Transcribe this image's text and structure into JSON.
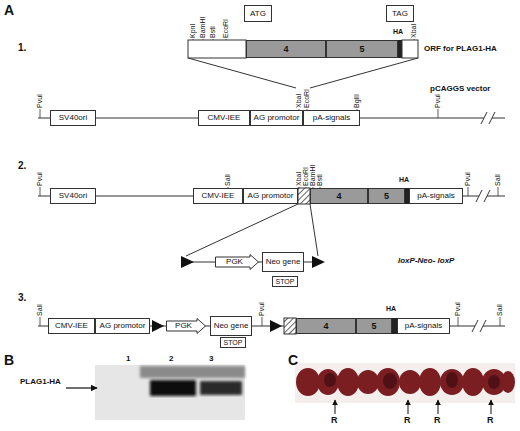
{
  "diagram": {
    "nodes": [
      {
        "text": [
          "ATG"
        ]
      },
      {
        "text": [
          "TAG"
        ]
      },
      {
        "text": [
          "4"
        ]
      },
      {
        "text": [
          "5"
        ]
      },
      {
        "text": [
          "SV40ori"
        ]
      },
      {
        "text": [
          "CMV-IEE"
        ]
      },
      {
        "text": [
          "AG promotor"
        ]
      },
      {
        "text": [
          "pA-signals"
        ]
      },
      {
        "text": [
          "SV40ori"
        ]
      },
      {
        "text": [
          "CMV-IEE"
        ]
      },
      {
        "text": [
          "AG promotor"
        ]
      },
      {
        "text": [
          "4"
        ]
      },
      {
        "text": [
          "5"
        ]
      },
      {
        "text": [
          "pA-signals"
        ]
      },
      {
        "text": [
          "PGK"
        ]
      },
      {
        "text": [
          "Neo gene"
        ]
      },
      {
        "text": [
          "STOP"
        ]
      },
      {
        "text": [
          "CMV-IEE"
        ]
      },
      {
        "text": [
          "AG promotor"
        ]
      },
      {
        "text": [
          "PGK"
        ]
      },
      {
        "text": [
          "Neo gene"
        ]
      },
      {
        "text": [
          "STOP"
        ]
      },
      {
        "text": [
          "4"
        ]
      },
      {
        "text": [
          "5"
        ]
      },
      {
        "text": [
          "pA-signals"
        ]
      }
    ],
    "labels": [
      "A",
      "1.",
      "KpnI",
      "BamHI",
      "BstI",
      "EcoRI",
      "HA",
      "XbaI",
      "ORF for PLAG1-HA",
      "XbaI",
      "EcoRI",
      "BglII",
      "PvuI",
      "PvuI",
      "pCAGGS vector",
      "2.",
      "PvuI",
      "SalI",
      "XbaI",
      "EcoRI",
      "BamHI",
      "BstI",
      "HA",
      "PvuI",
      "SalI",
      "loxP-Neo- loxP",
      "3.",
      "SalI",
      "PvuI",
      "HA",
      "PvuI",
      "SalI",
      "B",
      "1",
      "2",
      "3",
      "PLAG1-HA",
      "C",
      "R",
      "R",
      "R",
      "R"
    ]
  }
}
